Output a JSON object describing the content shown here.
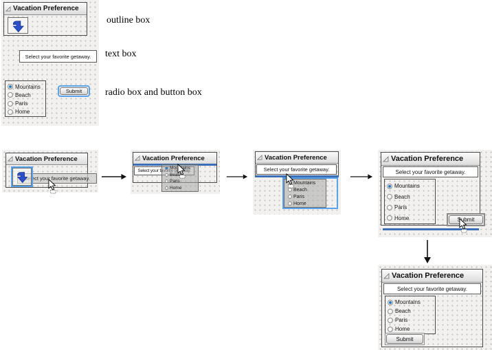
{
  "panel": {
    "title": "Vacation Preference",
    "prompt": "Select your favorite getaway.",
    "options": [
      "Mountains",
      "Beach",
      "Paris",
      "Home"
    ],
    "selected_option": "Mountains",
    "submit_label": "Submit"
  },
  "legend": {
    "outline_label": "outline box",
    "text_label": "text box",
    "radio_label": "radio box and button box"
  },
  "icons": {
    "collapse_triangle": "outline-collapse-triangle-icon",
    "blue_arrow": "blue-bent-down-arrow-icon",
    "drag_cursor": "drag-cursor-icon",
    "flow_arrow_right": "flow-arrow-right-icon",
    "flow_arrow_down": "flow-arrow-down-icon"
  },
  "colors": {
    "selection_blue": "#5aa2ea",
    "insertion_line_blue": "#3a6fb5",
    "arrow_icon_blue": "#2b50c8",
    "canvas_bg": "#f2f1ef",
    "canvas_dot": "#c2c0bc"
  }
}
